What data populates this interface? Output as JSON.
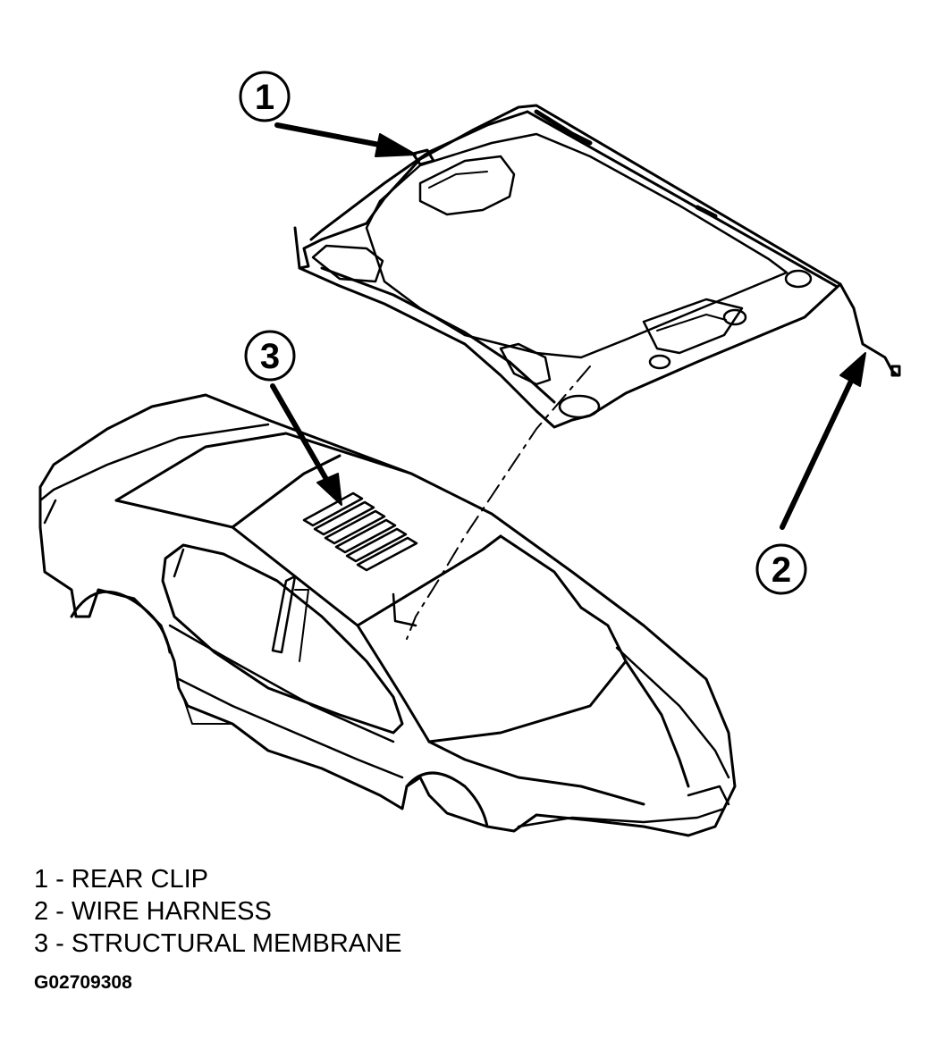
{
  "callouts": [
    {
      "number": "1"
    },
    {
      "number": "2"
    },
    {
      "number": "3"
    }
  ],
  "legend": [
    {
      "text": "1 - REAR CLIP"
    },
    {
      "text": "2 - WIRE HARNESS"
    },
    {
      "text": "3 - STRUCTURAL MEMBRANE"
    }
  ],
  "figure_id": "G02709308",
  "colors": {
    "ink": "#000000",
    "background": "#ffffff"
  }
}
